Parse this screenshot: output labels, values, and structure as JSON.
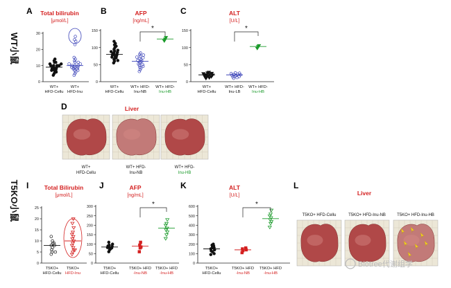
{
  "row_labels": {
    "top": "WT小鼠",
    "bottom": "T5KO小鼠"
  },
  "colors": {
    "title_red": "#d42020",
    "wt_black": "#111111",
    "wt_blue": "#3a42b8",
    "wt_green": "#1a9a2a",
    "ko_black": "#111111",
    "ko_red": "#d42020",
    "ko_green": "#1a9a2a",
    "liver_tissue": "#b84a4a",
    "grid_bg": "#ece7d7"
  },
  "panel_letters": {
    "A": "A",
    "B": "B",
    "C": "C",
    "D": "D",
    "I": "I",
    "J": "J",
    "K": "K",
    "L": "L"
  },
  "panels": {
    "A": {
      "title": "Total bilirubin",
      "unit": "[μmol/L]",
      "ticks": [
        "30",
        "20",
        "10",
        "0"
      ],
      "x_labels": [
        [
          "WT+",
          "HFD-Cellu"
        ],
        [
          "WT+",
          "HFD-Inu"
        ]
      ]
    },
    "B": {
      "title": "AFP",
      "unit": "[ng/mL]",
      "ticks": [
        "150",
        "100",
        "50",
        "0"
      ],
      "star": "*",
      "x_labels": [
        [
          "WT+",
          "HFD-Cellu"
        ],
        [
          "WT+ HFD-",
          "Inu-NB"
        ],
        [
          "WT+ HFD-",
          "Inu-HB"
        ]
      ]
    },
    "C": {
      "title": "ALT",
      "unit": "[U/L]",
      "ticks": [
        "150",
        "100",
        "50",
        "0"
      ],
      "star": "*",
      "x_labels": [
        [
          "WT+",
          "HFD-Cellu"
        ],
        [
          "WT+ HFD-",
          "Inu-LB"
        ],
        [
          "WT+ HFD-",
          "Inu-HB"
        ]
      ]
    },
    "D": {
      "title": "Liver",
      "captions": [
        [
          "WT+",
          "HFD-Cellu"
        ],
        [
          "WT+ HFD-",
          "Inu-NB"
        ],
        [
          "WT+ HFD-",
          "Inu-HB"
        ]
      ]
    },
    "I": {
      "title": "Total Bilirubin",
      "unit": "[μmol/L]",
      "ticks": [
        "25",
        "20",
        "15",
        "10",
        "5",
        "0"
      ],
      "x_labels": [
        [
          "T5KO+",
          "HFD-Cellu"
        ],
        [
          "T5KO+",
          "HFD-Inu"
        ]
      ]
    },
    "J": {
      "title": "AFP",
      "unit": "[ng/mL]",
      "ticks": [
        "300",
        "250",
        "200",
        "150",
        "100",
        "50",
        "0"
      ],
      "star": "*",
      "x_labels": [
        [
          "T5KO+",
          "HFD-Cellu"
        ],
        [
          "T5KO+ HFD",
          "-Inu-NB"
        ],
        [
          "T5KO+ HFD",
          "-Inu-HB"
        ]
      ]
    },
    "K": {
      "title": "ALT",
      "unit": "[U/L]",
      "ticks": [
        "600",
        "500",
        "400",
        "300",
        "200",
        "100",
        "0"
      ],
      "star": "*",
      "x_labels": [
        [
          "T5KO+",
          "HFD-Cellu"
        ],
        [
          "T5KO+ HFD",
          "-Inu-NB"
        ],
        [
          "T5KO+ HFD",
          "-Inu-HB"
        ]
      ]
    },
    "L": {
      "title": "Liver",
      "captions": [
        "T5KO+ HFD-Cellu",
        "T5KO+ HFD-Inu-NB",
        "T5KO+ HFD-Inu-HB"
      ]
    }
  },
  "watermark": "Biotree代谢组学",
  "chart_data": [
    {
      "panel": "A",
      "type": "scatter",
      "ylim": [
        0,
        30
      ],
      "series": [
        {
          "name": "WT+ HFD-Cellu",
          "values": [
            4,
            5,
            6,
            6,
            7,
            7,
            7,
            8,
            8,
            8,
            9,
            9,
            9,
            10,
            10,
            10,
            10,
            11,
            11,
            12,
            12,
            13,
            14
          ],
          "median": 9
        },
        {
          "name": "WT+ HFD-Inu",
          "values": [
            4,
            5,
            6,
            7,
            7,
            8,
            8,
            8,
            9,
            9,
            9,
            10,
            10,
            10,
            11,
            11,
            12,
            12,
            13,
            14,
            15,
            23,
            25,
            26,
            28
          ],
          "median": 10
        }
      ]
    },
    {
      "panel": "B",
      "type": "scatter",
      "ylim": [
        0,
        150
      ],
      "series": [
        {
          "name": "WT+ HFD-Cellu",
          "values": [
            55,
            60,
            62,
            65,
            68,
            70,
            72,
            74,
            76,
            78,
            80,
            80,
            82,
            84,
            86,
            88,
            90,
            92,
            95,
            100,
            104,
            108,
            112,
            118
          ],
          "median": 80
        },
        {
          "name": "WT+ HFD-Inu-NB",
          "values": [
            30,
            35,
            40,
            42,
            45,
            48,
            50,
            52,
            55,
            58,
            60,
            62,
            65,
            68,
            70,
            72,
            75,
            78,
            80,
            84
          ],
          "median": 60
        },
        {
          "name": "WT+ HFD-Inu-HB",
          "values": [
            120,
            125,
            130
          ],
          "median": 125
        }
      ]
    },
    {
      "panel": "C",
      "type": "scatter",
      "ylim": [
        0,
        150
      ],
      "series": [
        {
          "name": "WT+ HFD-Cellu",
          "values": [
            10,
            12,
            14,
            15,
            16,
            18,
            19,
            20,
            21,
            22,
            24,
            25,
            26,
            28
          ],
          "median": 20
        },
        {
          "name": "WT+ HFD-Inu-LB",
          "values": [
            10,
            12,
            14,
            15,
            16,
            18,
            19,
            20,
            21,
            22,
            24,
            25,
            26
          ],
          "median": 20
        },
        {
          "name": "WT+ HFD-Inu-HB",
          "values": [
            98,
            103,
            106
          ],
          "median": 103
        }
      ]
    },
    {
      "panel": "I",
      "type": "scatter",
      "ylim": [
        0,
        25
      ],
      "series": [
        {
          "name": "T5KO+ HFD-Cellu",
          "values": [
            4,
            5,
            5,
            6,
            7,
            8,
            8,
            9,
            9,
            10,
            12
          ],
          "median": 8
        },
        {
          "name": "T5KO+ HFD-Inu",
          "values": [
            4,
            5,
            6,
            6,
            7,
            8,
            9,
            10,
            11,
            12,
            13,
            14,
            16,
            18,
            20
          ],
          "median": 10
        }
      ]
    },
    {
      "panel": "J",
      "type": "scatter",
      "ylim": [
        0,
        300
      ],
      "series": [
        {
          "name": "T5KO+ HFD-Cellu",
          "values": [
            60,
            70,
            75,
            80,
            82,
            85,
            88,
            90,
            95,
            100,
            110
          ],
          "median": 85
        },
        {
          "name": "T5KO+ HFD-Inu-NB",
          "values": [
            60,
            80,
            85,
            95,
            110
          ],
          "median": 90
        },
        {
          "name": "T5KO+ HFD-Inu-HB",
          "values": [
            130,
            150,
            165,
            175,
            185,
            200,
            210,
            230
          ],
          "median": 185
        }
      ]
    },
    {
      "panel": "K",
      "type": "scatter",
      "ylim": [
        0,
        600
      ],
      "series": [
        {
          "name": "T5KO+ HFD-Cellu",
          "values": [
            90,
            100,
            120,
            130,
            140,
            150,
            160,
            170,
            180,
            190,
            200
          ],
          "median": 150
        },
        {
          "name": "T5KO+ HFD-Inu-NB",
          "values": [
            110,
            130,
            140,
            150,
            160
          ],
          "median": 140
        },
        {
          "name": "T5KO+ HFD-Inu-HB",
          "values": [
            380,
            420,
            440,
            460,
            480,
            500,
            520,
            560
          ],
          "median": 470
        }
      ]
    }
  ]
}
